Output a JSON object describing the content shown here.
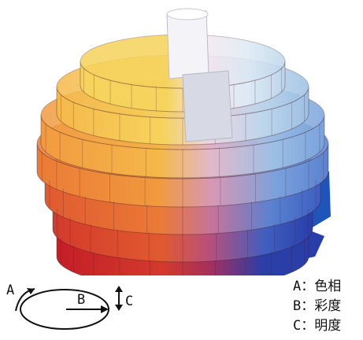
{
  "diagram": {
    "axes": [
      {
        "letter": "A",
        "term": "色相"
      },
      {
        "letter": "B",
        "term": "彩度"
      },
      {
        "letter": "C",
        "term": "明度"
      }
    ],
    "separator": "：",
    "colors": {
      "hue_wheel": [
        "#f7e35a",
        "#f4c552",
        "#f0a24a",
        "#ec7d3e",
        "#e85b36",
        "#e23a30",
        "#d8284b",
        "#c92f72",
        "#a8409a",
        "#6b4db0",
        "#3b63c8",
        "#2b86d8"
      ],
      "neutral_core": "#d8d8e0",
      "base_shadow": "#2a1018",
      "foot": "#111111"
    }
  }
}
